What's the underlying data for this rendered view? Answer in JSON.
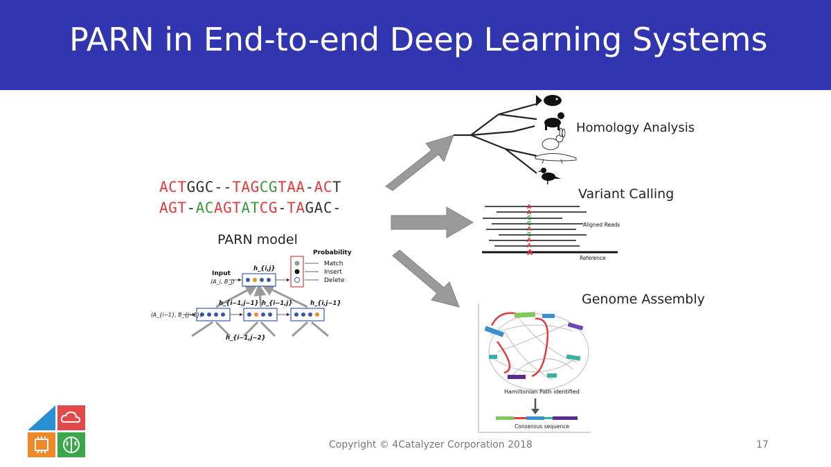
{
  "slide": {
    "title": "PARN in End-to-end Deep Learning Systems",
    "page_number": "17",
    "copyright": "Copyright © 4Catalyzer Corporation 2018"
  },
  "alignment": {
    "seq1": [
      {
        "t": "A",
        "c": "#e03a3a"
      },
      {
        "t": "C",
        "c": "#e03a3a"
      },
      {
        "t": "T",
        "c": "#e03a3a"
      },
      {
        "t": "G",
        "c": "#333333"
      },
      {
        "t": "G",
        "c": "#333333"
      },
      {
        "t": "C",
        "c": "#333333"
      },
      {
        "t": "-",
        "c": "#333333"
      },
      {
        "t": "-",
        "c": "#333333"
      },
      {
        "t": "T",
        "c": "#e03a3a"
      },
      {
        "t": "A",
        "c": "#e03a3a"
      },
      {
        "t": "G",
        "c": "#e03a3a"
      },
      {
        "t": "C",
        "c": "#3a9a3a"
      },
      {
        "t": "G",
        "c": "#3a9a3a"
      },
      {
        "t": "T",
        "c": "#e03a3a"
      },
      {
        "t": "A",
        "c": "#e03a3a"
      },
      {
        "t": "A",
        "c": "#e03a3a"
      },
      {
        "t": "-",
        "c": "#333333"
      },
      {
        "t": "A",
        "c": "#e03a3a"
      },
      {
        "t": "C",
        "c": "#e03a3a"
      },
      {
        "t": "T",
        "c": "#333333"
      }
    ],
    "seq2": [
      {
        "t": "A",
        "c": "#e03a3a"
      },
      {
        "t": "G",
        "c": "#e03a3a"
      },
      {
        "t": "T",
        "c": "#e03a3a"
      },
      {
        "t": "-",
        "c": "#333333"
      },
      {
        "t": "A",
        "c": "#3a9a3a"
      },
      {
        "t": "C",
        "c": "#3a9a3a"
      },
      {
        "t": "A",
        "c": "#e03a3a"
      },
      {
        "t": "G",
        "c": "#e03a3a"
      },
      {
        "t": "T",
        "c": "#e03a3a"
      },
      {
        "t": "A",
        "c": "#3a9a3a"
      },
      {
        "t": "T",
        "c": "#3a9a3a"
      },
      {
        "t": "C",
        "c": "#e03a3a"
      },
      {
        "t": "G",
        "c": "#e03a3a"
      },
      {
        "t": "-",
        "c": "#333333"
      },
      {
        "t": "T",
        "c": "#e03a3a"
      },
      {
        "t": "A",
        "c": "#e03a3a"
      },
      {
        "t": "G",
        "c": "#333333"
      },
      {
        "t": "A",
        "c": "#333333"
      },
      {
        "t": "C",
        "c": "#333333"
      },
      {
        "t": "-",
        "c": "#333333"
      }
    ]
  },
  "model": {
    "title": "PARN model",
    "input_label": "Input",
    "input_pair": "(A_i, B_j)",
    "left_pair": "(A_{i−1}, B_{j−1})",
    "h_top": "h_{i,j}",
    "h_left": "h_{i−1,j−1}",
    "h_mid": "h_{i−1,j}",
    "h_right": "h_{i,j−1}",
    "h_bottom": "h_{i−1,j−2}",
    "probability_label": "Probability",
    "outputs": [
      "Match",
      "Insert",
      "Delete"
    ]
  },
  "applications": {
    "homology": "Homology Analysis",
    "variant": "Variant Calling",
    "assembly": "Genome Assembly"
  },
  "variant_figure": {
    "bases": [
      "A",
      "A",
      "G",
      "G",
      "A",
      "G",
      "A",
      "A"
    ],
    "aligned_reads": "Aligned Reads",
    "reference": "Reference"
  },
  "assembly_figure": {
    "path_label": "Hamiltonian Path identified",
    "consensus": "Consensus sequence"
  },
  "colors": {
    "header": "#3235b0",
    "red_base": "#e03a3a",
    "green_base": "#3a9a3a",
    "arrow_gray": "#9a9a9a",
    "logo_blue": "#2a8fd0",
    "logo_red": "#e24a4a",
    "logo_orange": "#ee8a2a",
    "logo_green": "#3aa84a"
  }
}
